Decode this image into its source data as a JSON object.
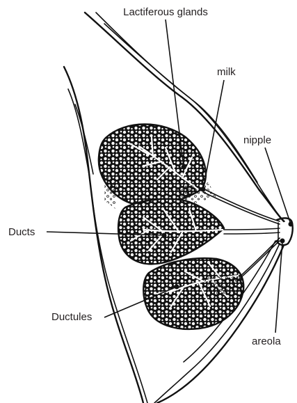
{
  "labels": {
    "lactiferous_glands": "Lactiferous glands",
    "milk": "milk",
    "nipple": "nipple",
    "ducts": "Ducts",
    "ductules": "Ductules",
    "areola": "areola"
  },
  "colors": {
    "ink": "#111111",
    "text": "#231f20",
    "background": "#ffffff"
  }
}
